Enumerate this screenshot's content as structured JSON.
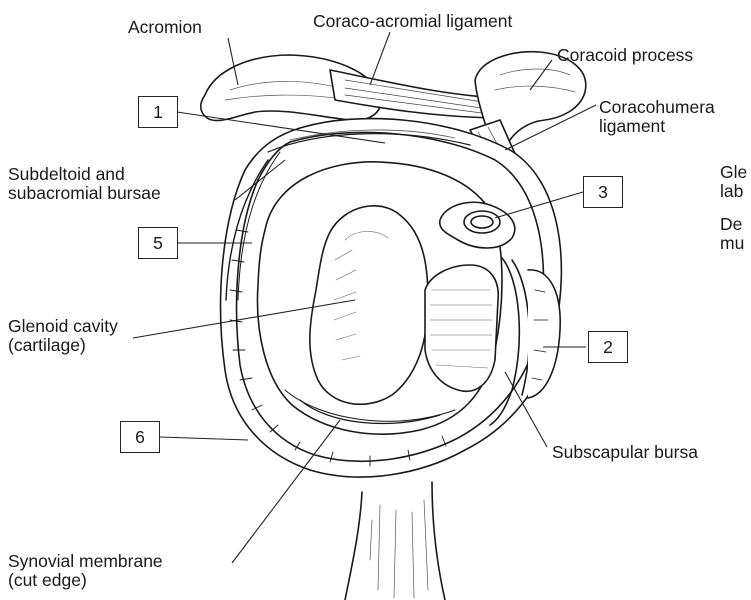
{
  "labels": {
    "acromion": "Acromion",
    "coraco_acromial_ligament": "Coraco-acromial ligament",
    "coracoid_process": "Coracoid process",
    "coracohumeral_ligament": [
      "Coracohumera",
      "ligament"
    ],
    "glenoid_labrum": [
      "Gle",
      "lab"
    ],
    "deltoid_muscle": [
      "De",
      "mu"
    ],
    "subdeltoid_bursae": [
      "Subdeltoid and",
      "subacromial bursae"
    ],
    "glenoid_cavity": [
      "Glenoid cavity",
      "(cartilage)"
    ],
    "subscapular_bursa": "Subscapular bursa",
    "synovial_membrane": [
      "Synovial membrane",
      "(cut edge)"
    ]
  },
  "boxes": {
    "b1": "1",
    "b2": "2",
    "b3": "3",
    "b5": "5",
    "b6": "6"
  }
}
